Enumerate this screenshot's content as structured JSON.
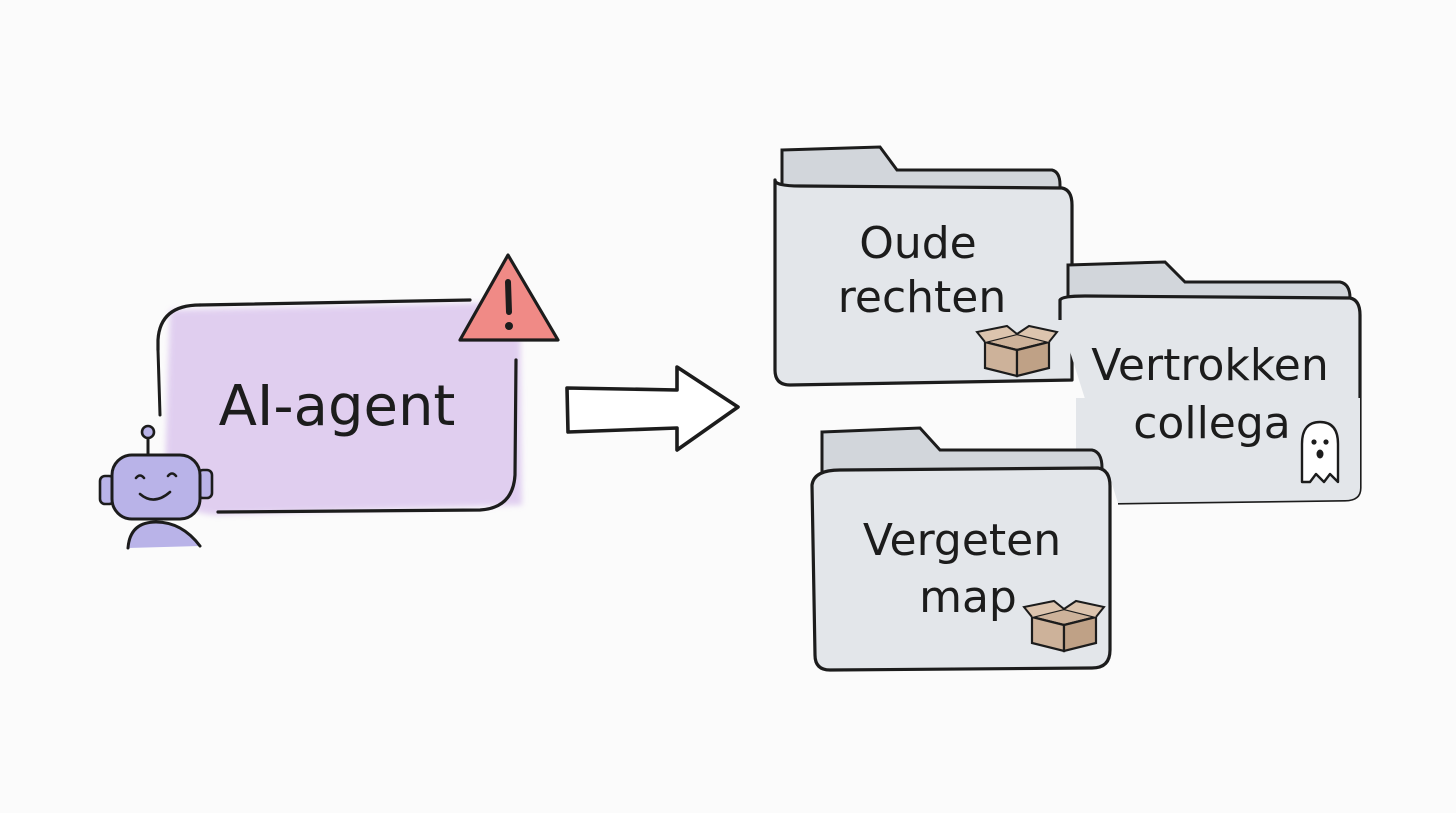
{
  "agent": {
    "label": "AI-agent"
  },
  "folders": [
    {
      "line1": "Oude",
      "line2": "rechten",
      "icon": "box-icon"
    },
    {
      "line1": "Vertrokken",
      "line2": "collega",
      "icon": "ghost-icon"
    },
    {
      "line1": "Vergeten",
      "line2": "map",
      "icon": "box-icon"
    }
  ],
  "colors": {
    "agent_fill": "#dcc7ee",
    "folder_fill": "#e3e6ea",
    "folder_tab": "#d2d6db",
    "warning_fill": "#f08a86",
    "robot_fill": "#b9b3e8",
    "box_fill": "#cdb29a",
    "ink": "#1c1c1c"
  }
}
